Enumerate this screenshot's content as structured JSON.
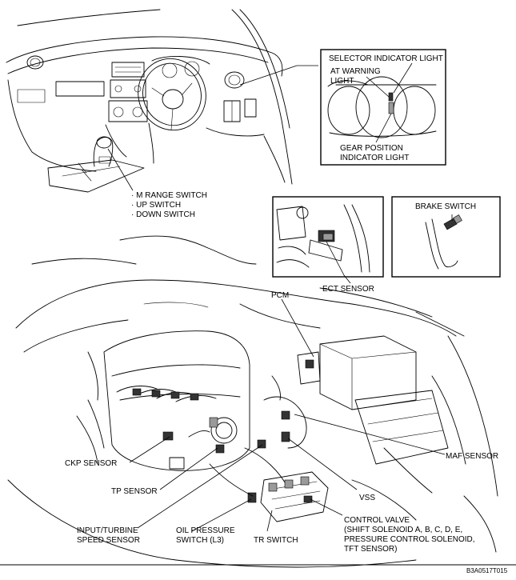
{
  "labels": {
    "selector_indicator_light": "SELECTOR INDICATOR LIGHT",
    "at_warning_line1": "AT WARNING",
    "at_warning_line2": "LIGHT",
    "gear_position_line1": "GEAR POSITION",
    "gear_position_line2": "INDICATOR LIGHT",
    "m_range_switch": "· M RANGE SWITCH",
    "up_switch": "· UP SWITCH",
    "down_switch": "· DOWN SWITCH",
    "brake_switch": "BRAKE SWITCH",
    "ect_sensor": "ECT SENSOR",
    "pcm": "PCM",
    "maf_sensor": "MAF SENSOR",
    "ckp_sensor": "CKP SENSOR",
    "vss": "VSS",
    "tp_sensor": "TP SENSOR",
    "control_valve_line1": "CONTROL VALVE",
    "control_valve_line2": "(SHIFT SOLENOID A, B, C, D, E,",
    "control_valve_line3": "PRESSURE CONTROL SOLENOID,",
    "control_valve_line4": "TFT SENSOR)",
    "input_turbine_line1": "INPUT/TURBINE",
    "input_turbine_line2": "SPEED SENSOR",
    "oil_pressure_line1": "OIL PRESSURE",
    "oil_pressure_line2": "SWITCH (L3)",
    "tr_switch": "TR SWITCH"
  },
  "figure_code": "B3A0517T015"
}
